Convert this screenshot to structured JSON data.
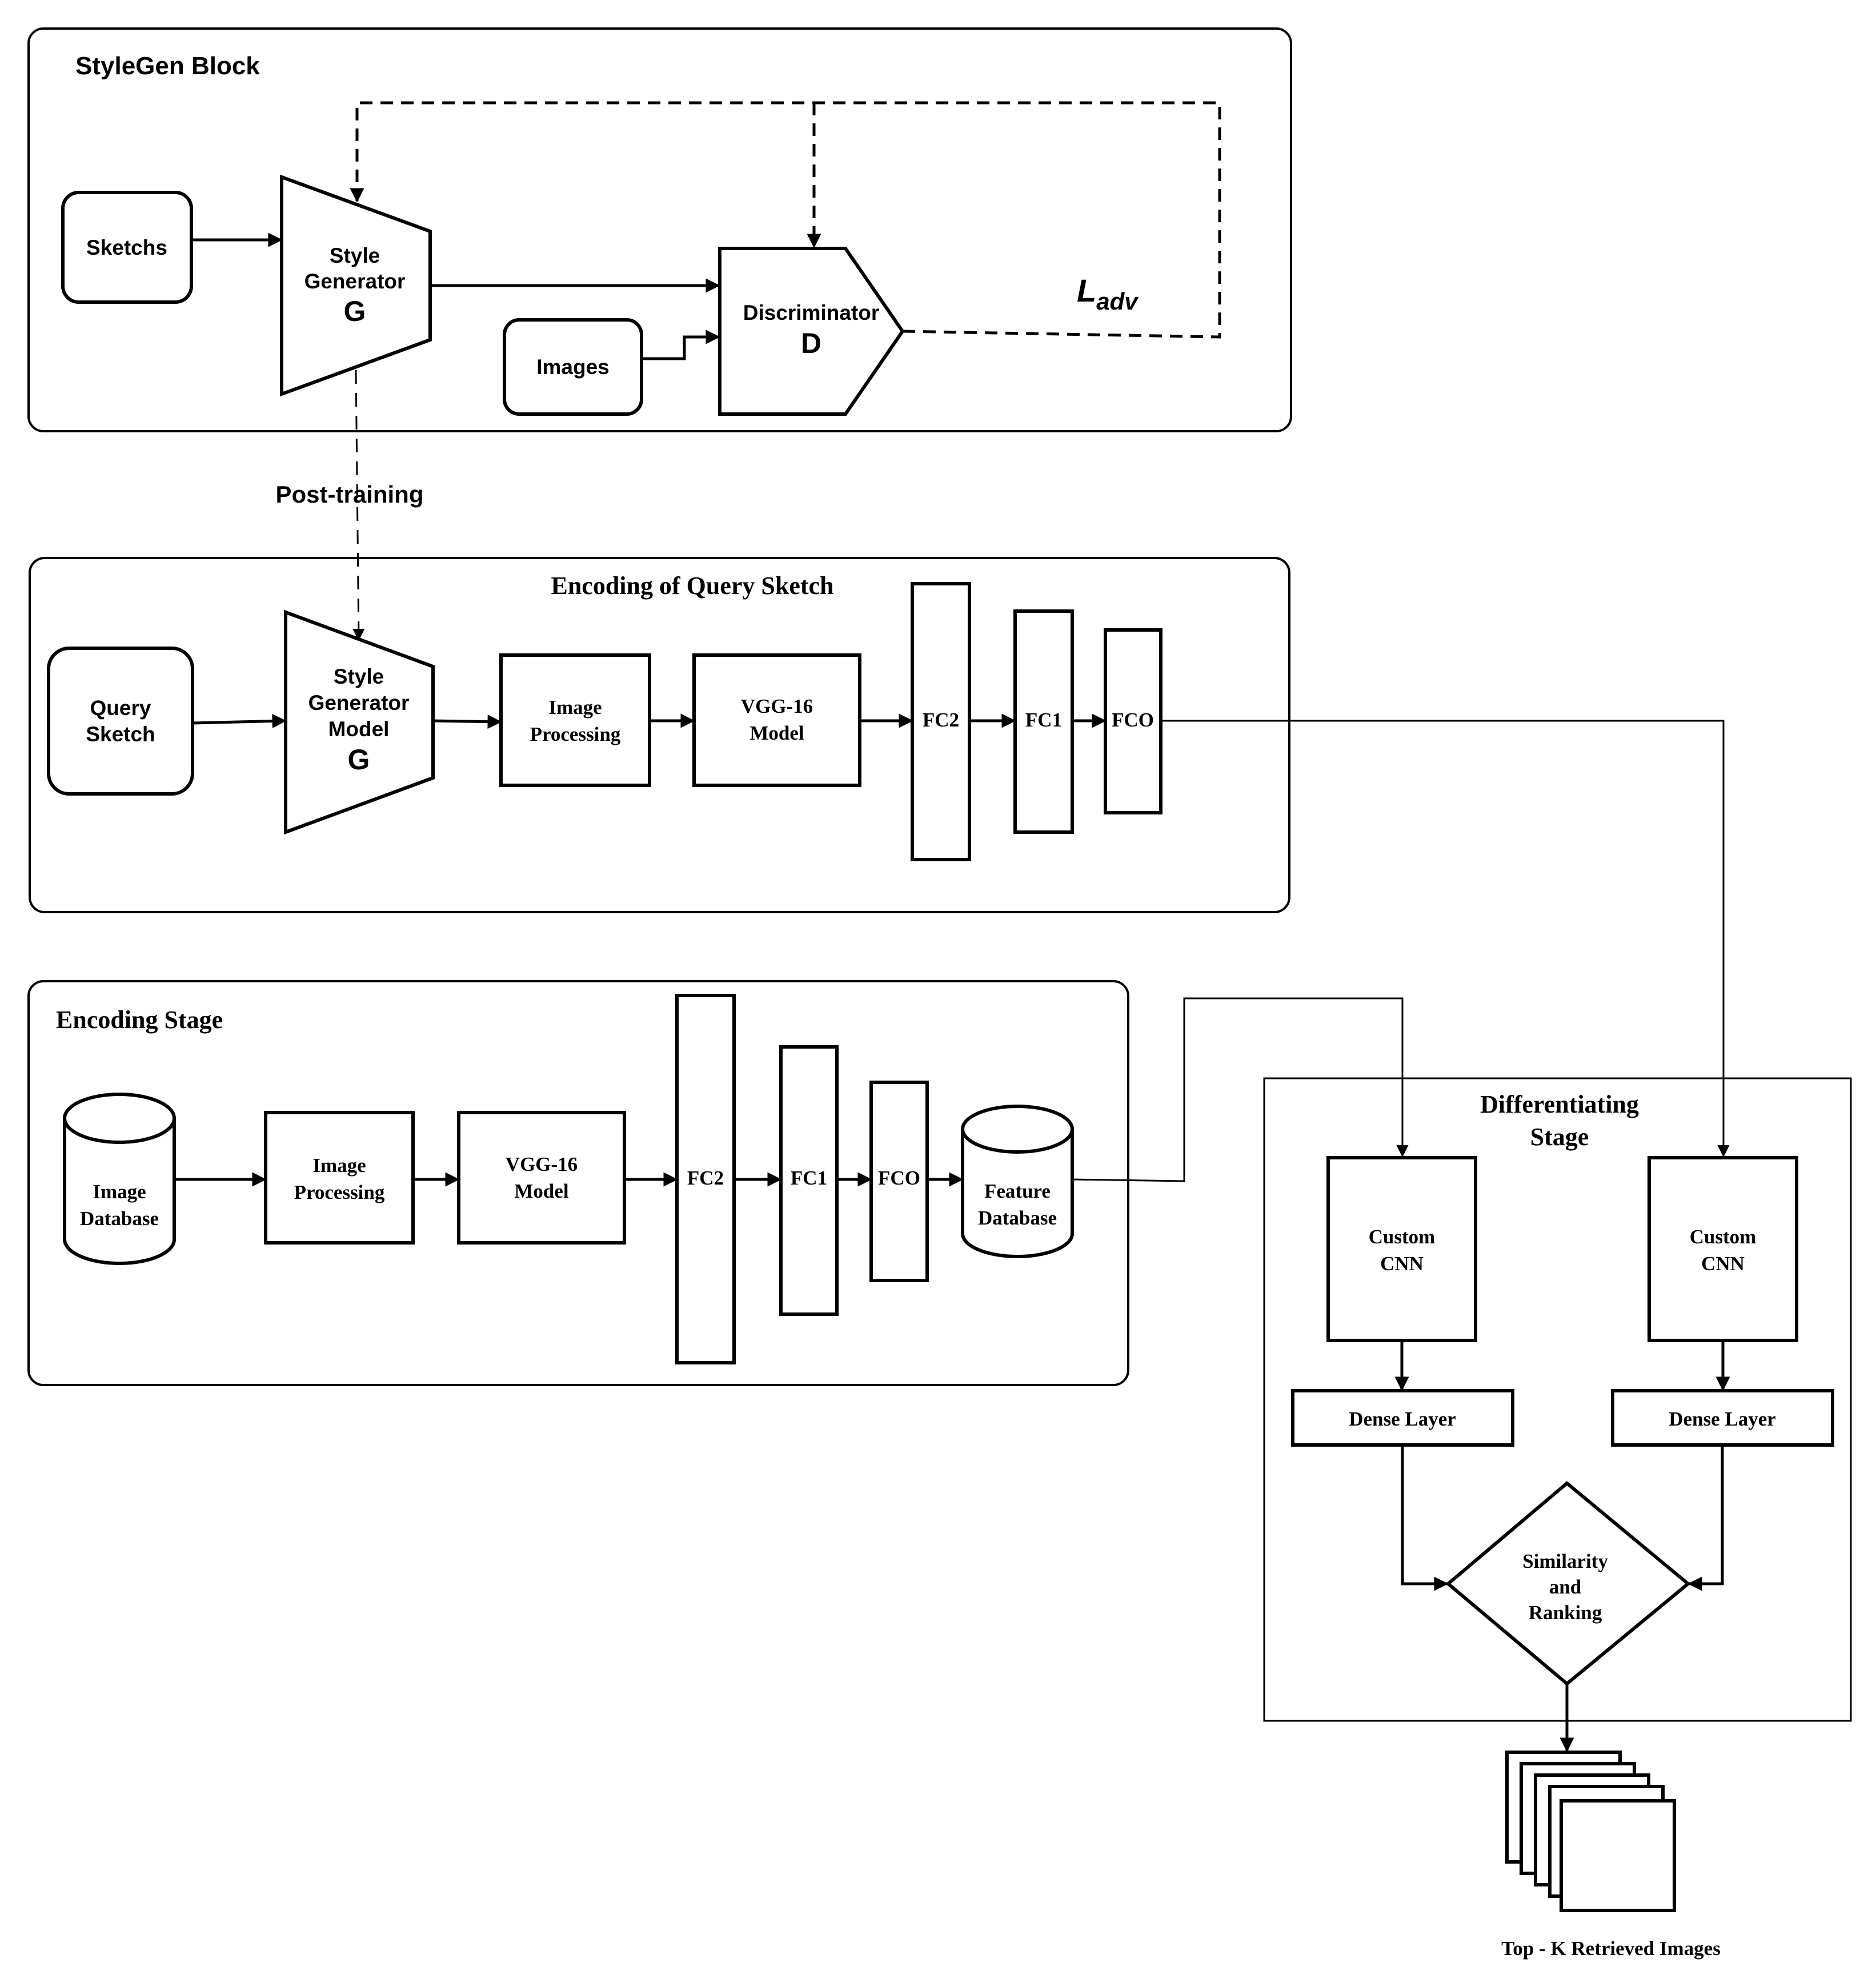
{
  "stylegen": {
    "title": "StyleGen Block",
    "sketches": "Sketchs",
    "generator": [
      "Style",
      "Generator",
      "G"
    ],
    "discriminator": [
      "Discriminator",
      "D"
    ],
    "images": "Images",
    "loss_main": "L",
    "loss_sub": "adv"
  },
  "post_training": "Post-training",
  "query": {
    "title": "Encoding of Query Sketch",
    "query_sketch": [
      "Query",
      "Sketch"
    ],
    "generator": [
      "Style",
      "Generator",
      "Model",
      "G"
    ],
    "image_processing": [
      "Image",
      "Processing"
    ],
    "vgg": [
      "VGG-16",
      "Model"
    ],
    "fc2": "FC2",
    "fc1": "FC1",
    "fco": "FCO"
  },
  "encoding": {
    "title": "Encoding Stage",
    "image_database": [
      "Image",
      "Database"
    ],
    "image_processing": [
      "Image",
      "Processing"
    ],
    "vgg": [
      "VGG-16",
      "Model"
    ],
    "fc2": "FC2",
    "fc1": "FC1",
    "fco": "FCO",
    "feature_database": [
      "Feature",
      "Database"
    ]
  },
  "differentiating": {
    "title": [
      "Differentiating",
      "Stage"
    ],
    "cnn_left": [
      "Custom",
      "CNN"
    ],
    "cnn_right": [
      "Custom",
      "CNN"
    ],
    "dense_left": "Dense Layer",
    "dense_right": "Dense Layer",
    "similarity": [
      "Similarity",
      "and",
      "Ranking"
    ]
  },
  "output": "Top - K Retrieved Images"
}
